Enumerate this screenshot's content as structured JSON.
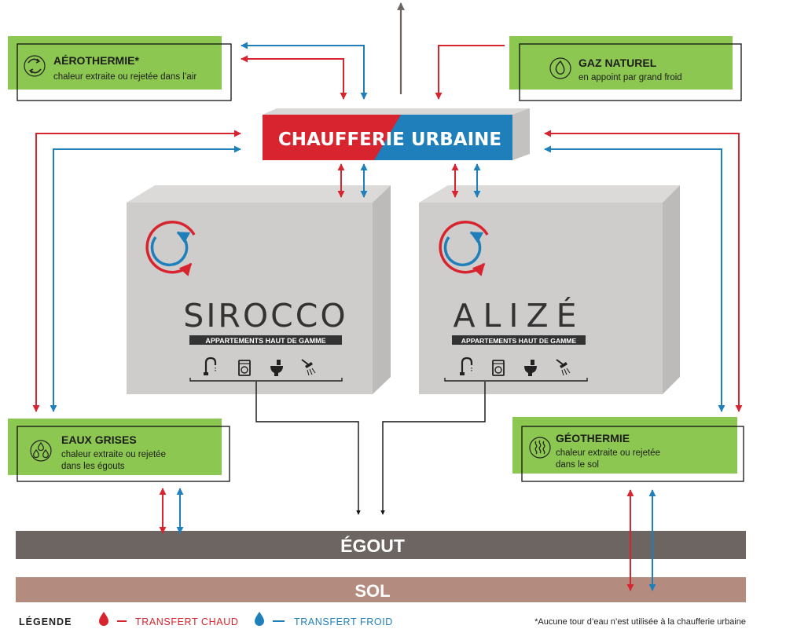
{
  "colors": {
    "hot": "#d7242f",
    "cold": "#1f7fba",
    "green": "#8cc751",
    "grey_box": "#cfcdcb",
    "egout": "#6c6561",
    "sol": "#b48c7f",
    "dark": "#333333"
  },
  "sources": {
    "aerothermie": {
      "title": "AÉROTHERMIE*",
      "subtitle": "chaleur extraite ou rejetée dans l’air",
      "icon": "recycle-arrows-icon"
    },
    "gaz": {
      "title": "GAZ NATUREL",
      "subtitle": "en appoint par grand froid",
      "icon": "flame-icon"
    },
    "eaux": {
      "title": "EAUX GRISES",
      "subtitle_line1": "chaleur extraite ou rejetée",
      "subtitle_line2": "dans les égouts",
      "icon": "water-drops-icon"
    },
    "geo": {
      "title": "GÉOTHERMIE",
      "subtitle_line1": "chaleur extraite ou rejetée",
      "subtitle_line2": "dans le sol",
      "icon": "heat-waves-icon"
    }
  },
  "chaufferie": {
    "label": "CHAUFFERIE URBAINE"
  },
  "buildings": {
    "sirocco": {
      "name": "SIROCCO",
      "tagline": "APPARTEMENTS HAUT DE GAMME"
    },
    "alize": {
      "name": "ALIZÉ",
      "tagline": "APPARTEMENTS HAUT DE GAMME"
    },
    "fixture_icons": [
      "faucet-icon",
      "washing-machine-icon",
      "toilet-icon",
      "shower-icon"
    ]
  },
  "ground": {
    "egout": "ÉGOUT",
    "sol": "SOL"
  },
  "legend": {
    "title": "LÉGENDE",
    "hot_label": "TRANSFERT CHAUD",
    "cold_label": "TRANSFERT FROID",
    "footnote": "*Aucune tour d’eau n’est utilisée à la chaufferie urbaine"
  }
}
